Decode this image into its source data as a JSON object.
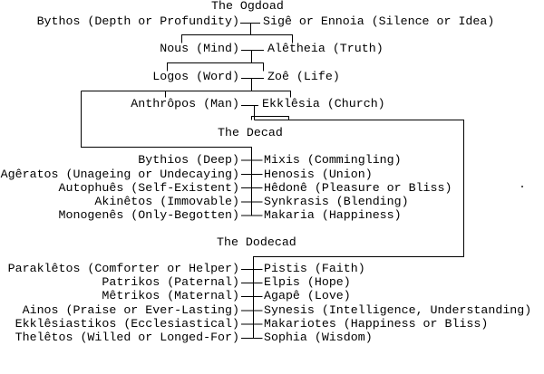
{
  "ogdoad": {
    "title": "The Ogdoad",
    "pairs": [
      {
        "left": "Bythos (Depth or Profundity)",
        "right": "Sigê or Ennoia (Silence or Idea)"
      },
      {
        "left": "Nous (Mind)",
        "right": "Alêtheia (Truth)"
      },
      {
        "left": "Logos (Word)",
        "right": "Zoê (Life)"
      },
      {
        "left": "Anthrôpos (Man)",
        "right": "Ekklêsia (Church)"
      }
    ]
  },
  "decad": {
    "title": "The Decad",
    "pairs": [
      {
        "left": "Bythios (Deep)",
        "right": "Mixis (Commingling)"
      },
      {
        "left": "Agêratos (Unageing or Undecaying)",
        "right": "Henosis (Union)"
      },
      {
        "left": "Autophuês (Self-Existent)",
        "right": "Hêdonê (Pleasure or Bliss)"
      },
      {
        "left": "Akinêtos (Immovable)",
        "right": "Synkrasis (Blending)"
      },
      {
        "left": "Monogenês (Only-Begotten)",
        "right": "Makaria (Happiness)"
      }
    ]
  },
  "dodecad": {
    "title": "The Dodecad",
    "pairs": [
      {
        "left": "Paraklêtos (Comforter or Helper)",
        "right": "Pistis (Faith)"
      },
      {
        "left": "Patrikos (Paternal)",
        "right": "Elpis (Hope)"
      },
      {
        "left": "Mêtrikos (Maternal)",
        "right": "Agapê (Love)"
      },
      {
        "left": "Ainos (Praise or Ever-Lasting)",
        "right": "Synesis (Intelligence, Understanding)"
      },
      {
        "left": "Ekklêsiastikos (Ecclesiastical)",
        "right": "Makariotes (Happiness or Bliss)"
      },
      {
        "left": "Thelêtos (Willed or Longed-For)",
        "right": "Sophia (Wisdom)"
      }
    ]
  },
  "colors": {
    "background": "#ffffff",
    "text": "#000000",
    "lines": "#000000"
  }
}
